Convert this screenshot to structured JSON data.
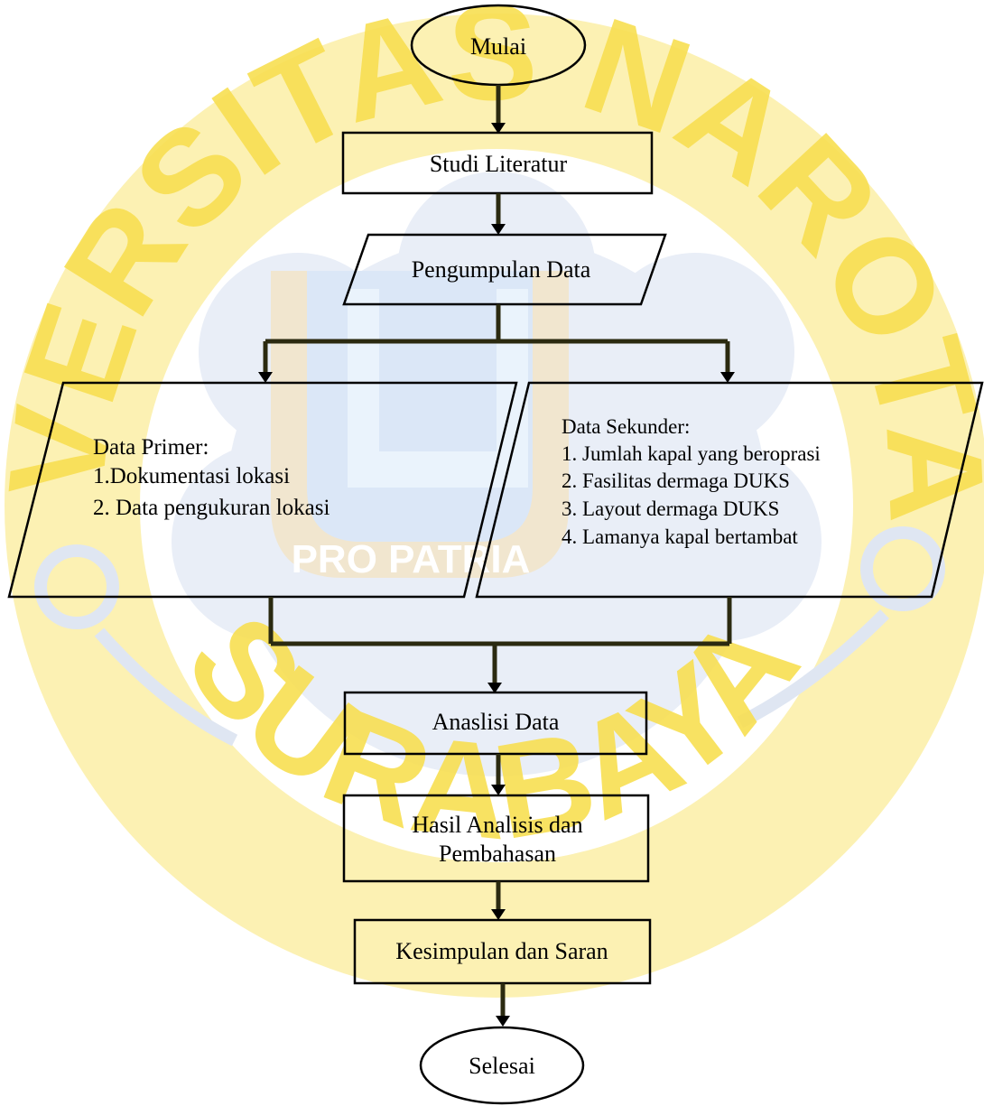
{
  "watermark": {
    "arc_top": "UNIVERSITAS NAROTAMA",
    "arc_bottom": "SURABAYA",
    "motto": "PRO PATRIA",
    "ring_color": "#fcefa6",
    "ring_text_color": "#f8df52",
    "cloud_color": "#e9eef7",
    "shield_color": "#dbe7f7",
    "shield_inner_color": "#eaf3fc",
    "shield_tan": "#f1e6cf"
  },
  "flowchart": {
    "start": "Mulai",
    "literature": "Studi Literatur",
    "collection": "Pengumpulan Data",
    "primary": {
      "title": "Data Primer:",
      "items": [
        "1.Dokumentasi lokasi",
        "2. Data pengukuran lokasi"
      ]
    },
    "secondary": {
      "title": "Data Sekunder:",
      "items": [
        "1. Jumlah kapal yang beroprasi",
        "2. Fasilitas dermaga DUKS",
        "3. Layout dermaga DUKS",
        "4. Lamanya kapal bertambat"
      ]
    },
    "analysis": "Anaslisi Data",
    "results": [
      "Hasil Analisis dan",
      "Pembahasan"
    ],
    "conclusion": "Kesimpulan dan Saran",
    "end": "Selesai"
  }
}
